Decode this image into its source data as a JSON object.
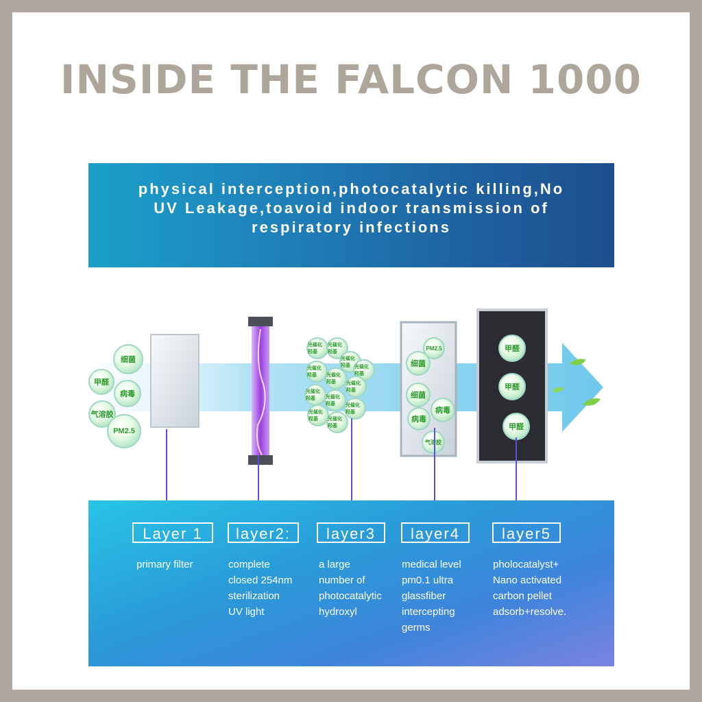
{
  "title": "INSIDE THE FALCON 1000",
  "banner": {
    "lines": [
      "physical interception,photocatalytic killing,No",
      "UV Leakage,toavoid indoor transmission of",
      "respiratory infections"
    ]
  },
  "bubbles": {
    "bacteria": "细菌",
    "formaldehyde": "甲醛",
    "virus": "病毒",
    "aerosol": "气溶胶",
    "pm25": "PM2.5",
    "photocatalyst": "光催化 羟基"
  },
  "layers": [
    {
      "label": "Layer 1",
      "desc": "primary filter"
    },
    {
      "label": "layer2:",
      "desc": "complete\nclosed 254nm\nsterilization\nUV light"
    },
    {
      "label": "layer3",
      "desc": " a large\nnumber of\nphotocatalytic\nhydroxyl"
    },
    {
      "label": "layer4",
      "desc": "medical level\npm0.1 ultra\nglassfiber\n intercepting\ngerms"
    },
    {
      "label": "layer5",
      "desc": "pholocatalyst+\nNano activated\ncarbon pellet\nadsorb+resolve."
    }
  ],
  "colors": {
    "frame": "#b0a79f",
    "title": "#aea59b",
    "uv_tube": "#9b3fe0",
    "leader_line": "#5b4fe0"
  }
}
